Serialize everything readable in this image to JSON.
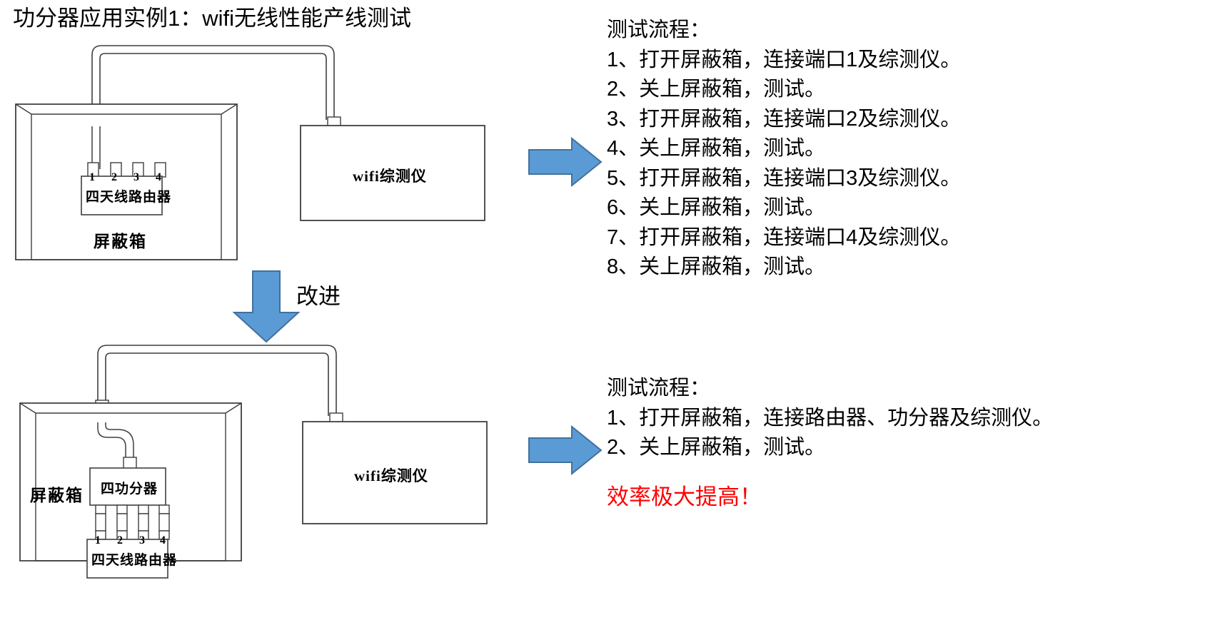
{
  "slide": {
    "title": "功分器应用实例1：wifi无线性能产线测试",
    "improve_label": "改进",
    "background": "#ffffff"
  },
  "colors": {
    "arrow_fill": "#5B9BD5",
    "arrow_stroke": "#41719C",
    "line": "#3F3F3F",
    "text": "#000000",
    "highlight": "#FF0000"
  },
  "diagram_top": {
    "shield_box_label": "屏蔽箱",
    "router": {
      "name": "四天线路由器",
      "ports": [
        "1",
        "2",
        "3",
        "4"
      ]
    },
    "tester_label": "wifi综测仪"
  },
  "diagram_bottom": {
    "shield_box_label": "屏蔽箱",
    "splitter": {
      "name": "四功分器",
      "outputs": 4
    },
    "router": {
      "name": "四天线路由器",
      "ports": [
        "1",
        "2",
        "3",
        "4"
      ]
    },
    "tester_label": "wifi综测仪"
  },
  "procedure_top": {
    "heading": "测试流程：",
    "steps": [
      "1、打开屏蔽箱，连接端口1及综测仪。",
      "2、关上屏蔽箱，测试。",
      "3、打开屏蔽箱，连接端口2及综测仪。",
      "4、关上屏蔽箱，测试。",
      "5、打开屏蔽箱，连接端口3及综测仪。",
      "6、关上屏蔽箱，测试。",
      "7、打开屏蔽箱，连接端口4及综测仪。",
      "8、关上屏蔽箱，测试。"
    ]
  },
  "procedure_bottom": {
    "heading": "测试流程：",
    "steps": [
      "1、打开屏蔽箱，连接路由器、功分器及综测仪。",
      "2、关上屏蔽箱，测试。"
    ],
    "note": "效率极大提高！"
  }
}
